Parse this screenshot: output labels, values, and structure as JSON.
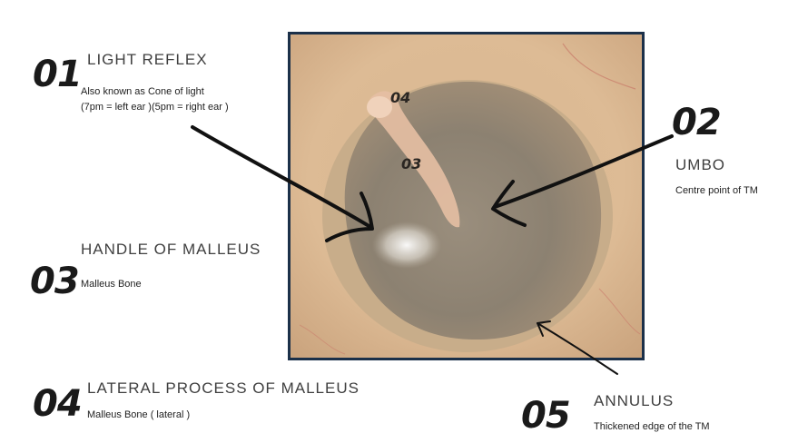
{
  "items": [
    {
      "number": "01",
      "title": "LIGHT REFLEX",
      "desc1": "Also known as Cone of light",
      "desc2": "(7pm = left ear )(5pm = right ear )"
    },
    {
      "number": "02",
      "title": "UMBO",
      "desc1": "Centre point of TM"
    },
    {
      "number": "03",
      "title": "HANDLE OF MALLEUS",
      "desc1": "Malleus Bone"
    },
    {
      "number": "04",
      "title": "LATERAL PROCESS OF MALLEUS",
      "desc1": "Malleus Bone ( lateral )"
    },
    {
      "number": "05",
      "title": "ANNULUS",
      "desc1": "Thickened edge of the TM"
    }
  ],
  "image_labels": {
    "label_04": "04",
    "label_03": "03"
  },
  "colors": {
    "frame": "#1b3049",
    "arrow": "#111111"
  }
}
